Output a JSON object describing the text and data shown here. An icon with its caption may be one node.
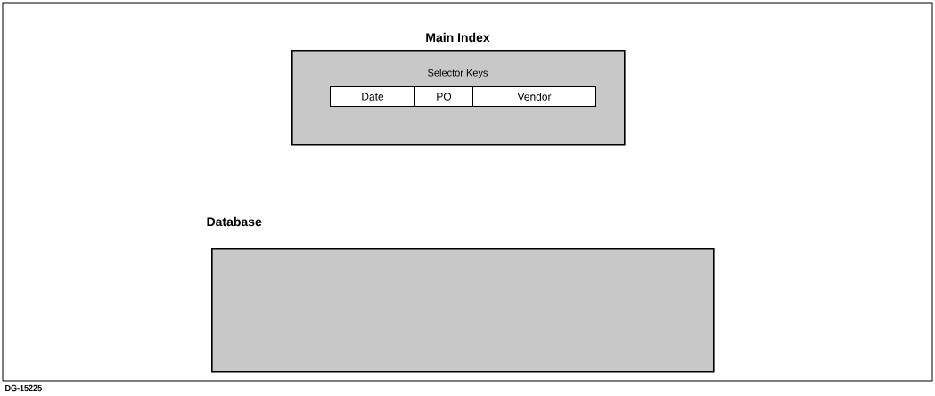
{
  "diagram": {
    "nodes": [
      {
        "text": [
          "Main Index",
          "Selector Keys"
        ]
      },
      {
        "text": [
          "Date"
        ],
        "in": 0
      },
      {
        "text": [
          "PO"
        ],
        "in": 0
      },
      {
        "text": [
          "Vendor"
        ],
        "in": 0
      },
      {
        "text": [
          "Database"
        ]
      }
    ],
    "labels": [
      "DG-15225"
    ]
  }
}
